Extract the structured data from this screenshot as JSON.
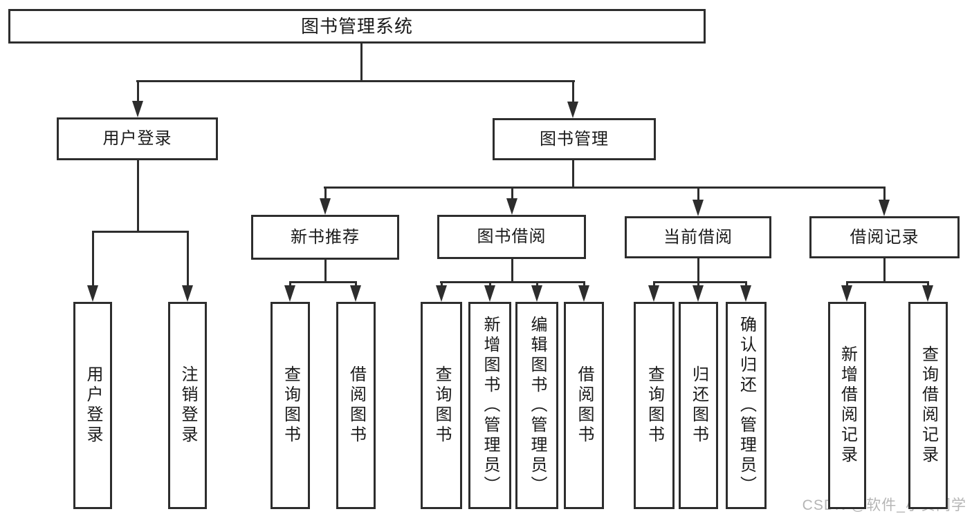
{
  "diagram": {
    "title": "图书管理系统",
    "nodes": {
      "root": {
        "label": "图书管理系统"
      },
      "user_login": {
        "label": "用户登录"
      },
      "book_mgmt": {
        "label": "图书管理"
      },
      "new_book_rec": {
        "label": "新书推荐"
      },
      "book_borrow": {
        "label": "图书借阅"
      },
      "current_borrow": {
        "label": "当前借阅"
      },
      "borrow_records": {
        "label": "借阅记录"
      },
      "leaf_user_login": {
        "label": "用户登录"
      },
      "leaf_logout": {
        "label": "注销登录"
      },
      "leaf_query_book_1": {
        "label": "查询图书"
      },
      "leaf_borrow_book_1": {
        "label": "借阅图书"
      },
      "leaf_query_book_2": {
        "label": "查询图书"
      },
      "leaf_add_book": {
        "label": "新增图书（管理员）"
      },
      "leaf_edit_book": {
        "label": "编辑图书（管理员）"
      },
      "leaf_borrow_book_2": {
        "label": "借阅图书"
      },
      "leaf_query_book_3": {
        "label": "查询图书"
      },
      "leaf_return_book": {
        "label": "归还图书"
      },
      "leaf_confirm_return": {
        "label": "确认归还（管理员）"
      },
      "leaf_add_record": {
        "label": "新增借阅记录"
      },
      "leaf_query_record": {
        "label": "查询借阅记录"
      }
    },
    "hierarchy": {
      "root": [
        "user_login",
        "book_mgmt"
      ],
      "user_login": [
        "leaf_user_login",
        "leaf_logout"
      ],
      "book_mgmt": [
        "new_book_rec",
        "book_borrow",
        "current_borrow",
        "borrow_records"
      ],
      "new_book_rec": [
        "leaf_query_book_1",
        "leaf_borrow_book_1"
      ],
      "book_borrow": [
        "leaf_query_book_2",
        "leaf_add_book",
        "leaf_edit_book",
        "leaf_borrow_book_2"
      ],
      "current_borrow": [
        "leaf_query_book_3",
        "leaf_return_book",
        "leaf_confirm_return"
      ],
      "borrow_records": [
        "leaf_add_record",
        "leaf_query_record"
      ]
    },
    "colors": {
      "line": "#2d2d2d",
      "text": "#1a1a1a",
      "background": "#ffffff",
      "watermark": "#b5b5b5"
    }
  },
  "watermark": {
    "text": "CSDN @软件_小贺同学"
  }
}
